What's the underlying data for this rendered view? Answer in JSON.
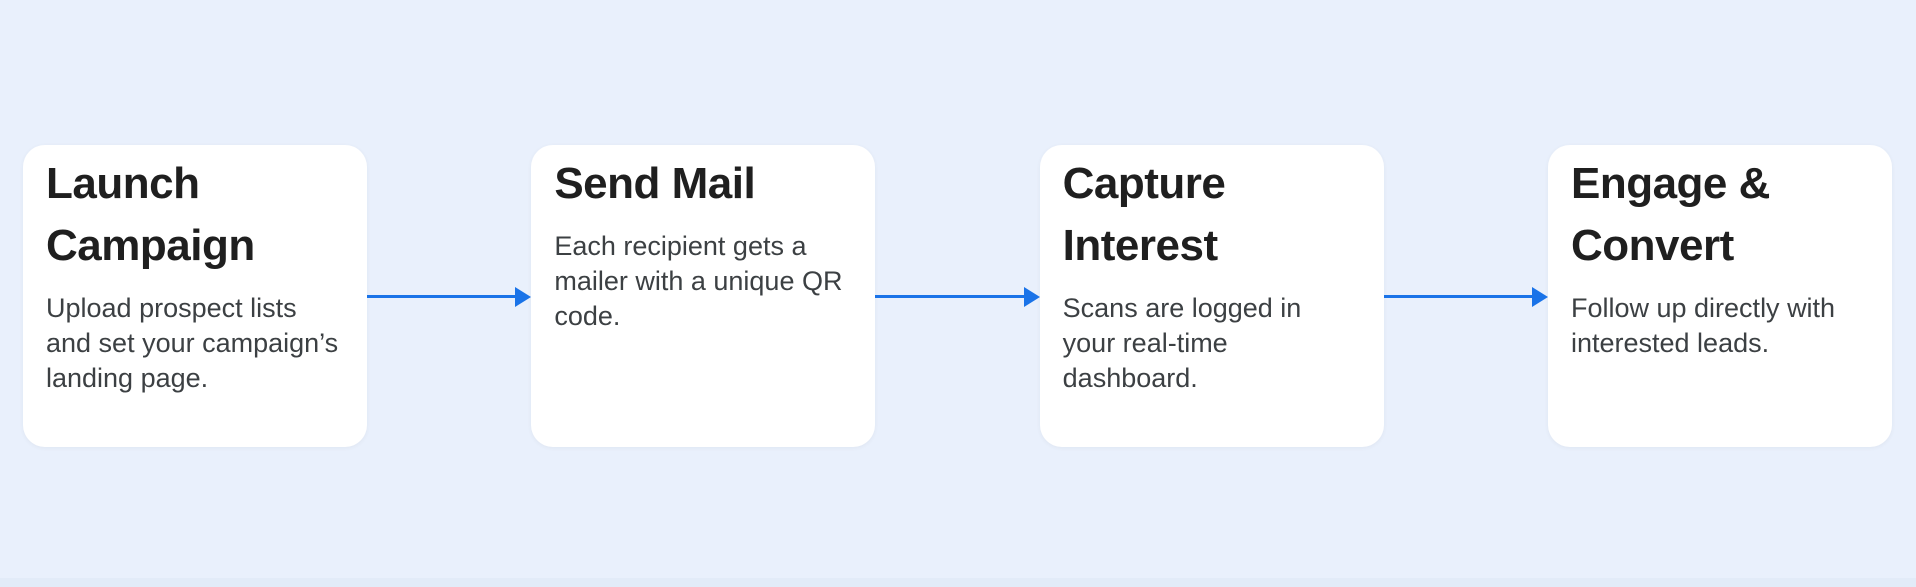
{
  "page": {
    "background_color": "#E9F0FC",
    "footer_strip_color": "#E2EBF8"
  },
  "flow": {
    "arrow_color": "#1A73E8",
    "card_background": "#FFFFFF",
    "title_color": "#1F1F1F",
    "body_color": "#3C4043",
    "steps": [
      {
        "title": "Launch Campaign",
        "description": "Upload prospect lists and set your campaign’s landing page."
      },
      {
        "title": "Send Mail",
        "description": "Each recipient gets a mailer with a unique QR code."
      },
      {
        "title": "Capture Interest",
        "description": "Scans are logged in your real-time dashboard."
      },
      {
        "title": "Engage & Convert",
        "description": "Follow up directly with interested leads."
      }
    ]
  }
}
